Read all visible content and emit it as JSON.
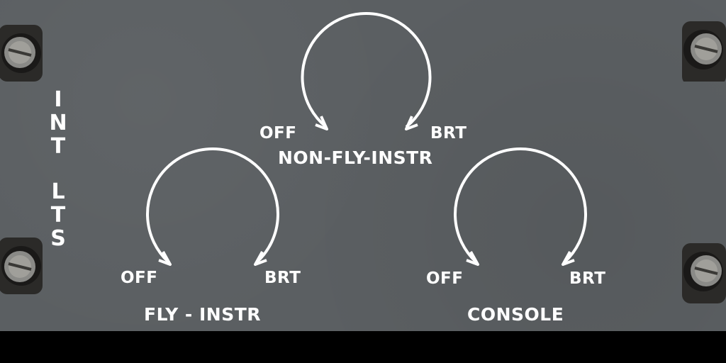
{
  "panel": {
    "title_part1": "INT",
    "title_part2": "LTS"
  },
  "knobs": {
    "non_fly_instr": {
      "label": "NON-FLY-INSTR",
      "off_label": "OFF",
      "brt_label": "BRT"
    },
    "fly_instr": {
      "label": "FLY - INSTR",
      "off_label": "OFF",
      "brt_label": "BRT"
    },
    "console": {
      "label": "CONSOLE",
      "off_label": "OFF",
      "brt_label": "BRT"
    }
  },
  "colors": {
    "panel": "#5b5f62",
    "text": "#ffffff",
    "screw_shadow": "#2b2a28",
    "screw_head": "#8a8a87"
  },
  "icons": {
    "screw": "screw-icon",
    "arc": "rotation-arc-icon"
  }
}
